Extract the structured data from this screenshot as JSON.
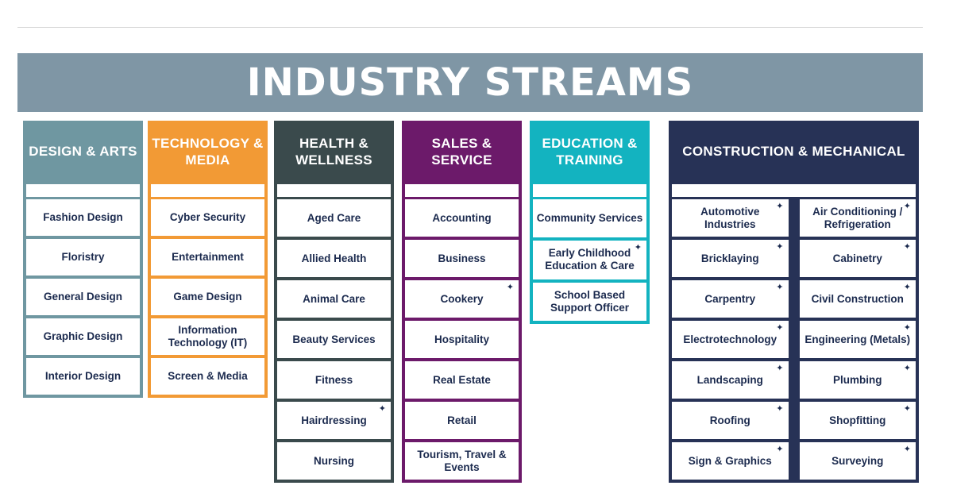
{
  "title": "INDUSTRY STREAMS",
  "colors": {
    "banner": "#7f96a5",
    "design": "#6f97a1",
    "technology": "#f29a35",
    "health": "#3a4a4c",
    "sales": "#6c1a6a",
    "education": "#13b3c0",
    "construction": "#273256",
    "text": "#1b2a4e"
  },
  "star_symbol": "✦",
  "columns": [
    {
      "key": "design",
      "heading": "DESIGN & ARTS",
      "items": [
        {
          "label": "Fashion Design",
          "star": false
        },
        {
          "label": "Floristry",
          "star": false
        },
        {
          "label": "General Design",
          "star": false
        },
        {
          "label": "Graphic Design",
          "star": false
        },
        {
          "label": "Interior Design",
          "star": false
        }
      ]
    },
    {
      "key": "technology",
      "heading": "TECHNOLOGY & MEDIA",
      "items": [
        {
          "label": "Cyber Security",
          "star": false
        },
        {
          "label": "Entertainment",
          "star": false
        },
        {
          "label": "Game Design",
          "star": false
        },
        {
          "label": "Information Technology (IT)",
          "star": false
        },
        {
          "label": "Screen & Media",
          "star": false
        }
      ]
    },
    {
      "key": "health",
      "heading": "HEALTH & WELLNESS",
      "items": [
        {
          "label": "Aged Care",
          "star": false
        },
        {
          "label": "Allied Health",
          "star": false
        },
        {
          "label": "Animal Care",
          "star": false
        },
        {
          "label": "Beauty Services",
          "star": false
        },
        {
          "label": "Fitness",
          "star": false
        },
        {
          "label": "Hairdressing",
          "star": true
        },
        {
          "label": "Nursing",
          "star": false
        }
      ]
    },
    {
      "key": "sales",
      "heading": "SALES & SERVICE",
      "items": [
        {
          "label": "Accounting",
          "star": false
        },
        {
          "label": "Business",
          "star": false
        },
        {
          "label": "Cookery",
          "star": true
        },
        {
          "label": "Hospitality",
          "star": false
        },
        {
          "label": "Real Estate",
          "star": false
        },
        {
          "label": "Retail",
          "star": false
        },
        {
          "label": "Tourism, Travel & Events",
          "star": false
        }
      ]
    },
    {
      "key": "education",
      "heading": "EDUCATION & TRAINING",
      "items": [
        {
          "label": "Community Services",
          "star": false
        },
        {
          "label": "Early Childhood Education & Care",
          "star": true
        },
        {
          "label": "School Based Support Officer",
          "star": false
        }
      ]
    },
    {
      "key": "construction",
      "heading": "CONSTRUCTION & MECHANICAL",
      "items": [
        {
          "label": "Automotive Industries",
          "star": true
        },
        {
          "label": "Air Conditioning / Refrigeration",
          "star": true
        },
        {
          "label": "Bricklaying",
          "star": true
        },
        {
          "label": "Cabinetry",
          "star": true
        },
        {
          "label": "Carpentry",
          "star": true
        },
        {
          "label": "Civil Construction",
          "star": true
        },
        {
          "label": "Electrotechnology",
          "star": true
        },
        {
          "label": "Engineering (Metals)",
          "star": true
        },
        {
          "label": "Landscaping",
          "star": true
        },
        {
          "label": "Plumbing",
          "star": true
        },
        {
          "label": "Roofing",
          "star": true
        },
        {
          "label": "Shopfitting",
          "star": true
        },
        {
          "label": "Sign & Graphics",
          "star": true
        },
        {
          "label": "Surveying",
          "star": true
        }
      ]
    }
  ]
}
